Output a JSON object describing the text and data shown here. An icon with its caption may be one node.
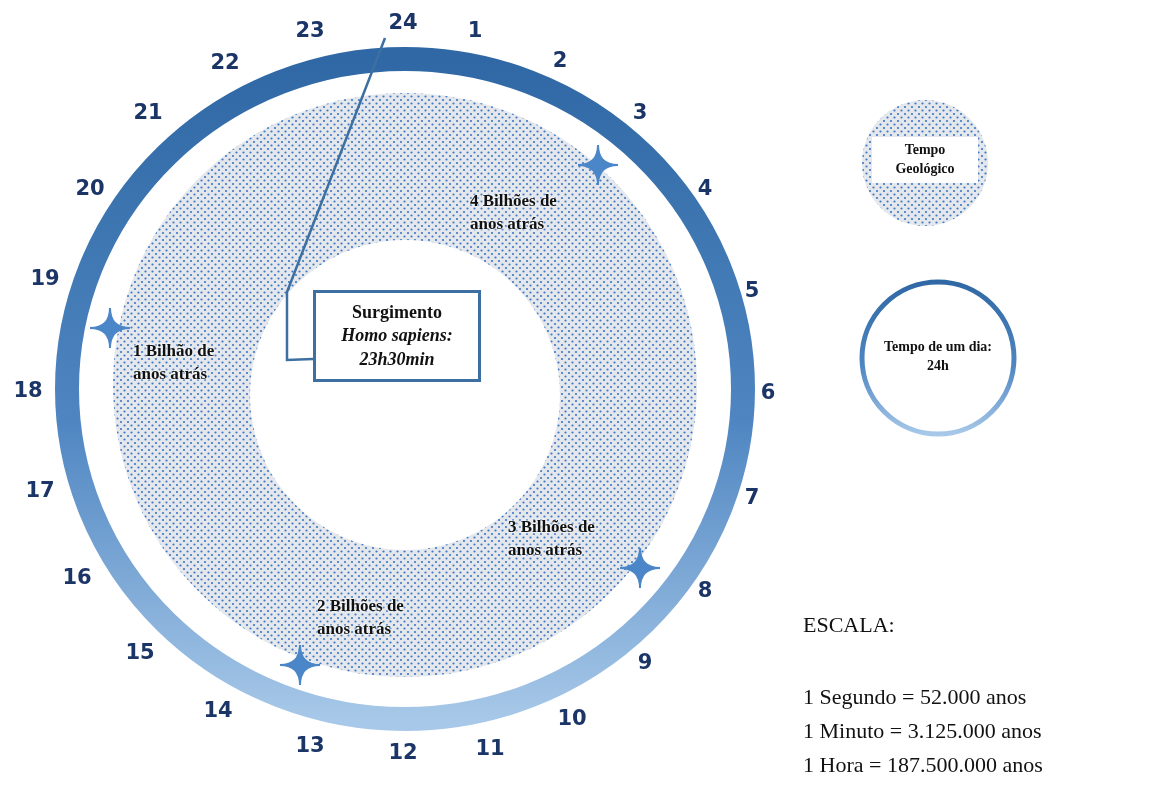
{
  "diagram": {
    "nodes": [
      {
        "text": [
          "Surgimento",
          "Homo sapiens: 23h30min"
        ]
      },
      {
        "text": [
          "24"
        ]
      }
    ],
    "edges": [
      {
        "from": 0,
        "to": 1,
        "arrow": "none"
      }
    ],
    "labels": [
      "1",
      "2",
      "3",
      "4",
      "5",
      "6",
      "7",
      "8",
      "9",
      "10",
      "11",
      "12",
      "13",
      "14",
      "15",
      "16",
      "17",
      "18",
      "19",
      "20",
      "21",
      "22",
      "23",
      "4 Bilhões de anos atrás",
      "1 Bilhão de anos atrás",
      "3 Bilhões de anos atrás",
      "2 Bilhões de anos atrás",
      "ESCALA:",
      "1 Segundo = 52.000 anos",
      "1 Minuto = 3.125.000 anos",
      "1 Hora = 187.500.000 anos"
    ],
    "legend": [
      {
        "text": "Tempo Geológico"
      },
      {
        "text": "Tempo de um dia: 24h"
      }
    ]
  }
}
